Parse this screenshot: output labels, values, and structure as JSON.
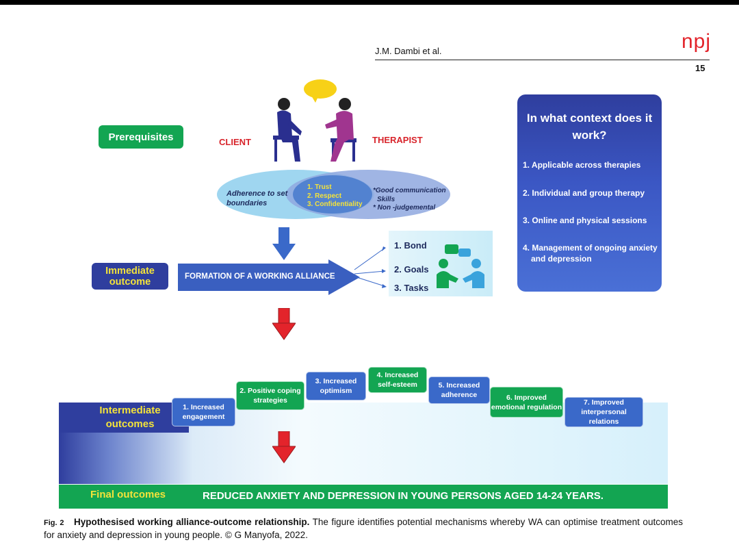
{
  "header": {
    "authors": "J.M. Dambi et al.",
    "journal_logo": "npj",
    "page_number": "15"
  },
  "figure": {
    "prerequisites_label": "Prerequisites",
    "client_label": "CLIENT",
    "therapist_label": "THERAPIST",
    "venn": {
      "left": "Adherence to set boundaries",
      "center": [
        "1. Trust",
        "2. Respect",
        "3. Confidentiality"
      ],
      "right": [
        "*Good communication",
        "Skills",
        "* Non -judgemental"
      ]
    },
    "immediate_label": "Immediate outcome",
    "alliance_label": "FORMATION OF A WORKING ALLIANCE",
    "alliance_items": [
      "1. Bond",
      "2. Goals",
      "3. Tasks"
    ],
    "context": {
      "title": "In what context does it work?",
      "items": [
        "1. Applicable across therapies",
        "2. Individual and group therapy",
        "3. Online and physical sessions",
        "4. Management of ongoing anxiety and depression"
      ]
    },
    "intermediate_label": "Intermediate outcomes",
    "intermediate_steps": [
      "1. Increased engagement",
      "2. Positive coping strategies",
      "3. Increased optimism",
      "4. Increased self-esteem",
      "5. Increased adherence",
      "6. Improved emotional regulation",
      "7. Improved interpersonal relations"
    ],
    "final_label": "Final outcomes",
    "final_text": "REDUCED ANXIETY AND DEPRESSION IN YOUNG PERSONS AGED 14-24 YEARS.",
    "colors": {
      "green": "#13a552",
      "blue": "#3a69c9",
      "navy": "#2f3e9e",
      "red": "#e3242b",
      "yellow": "#f4e33a"
    }
  },
  "caption": {
    "fig": "Fig. 2",
    "title": "Hypothesised working alliance-outcome relationship.",
    "text": "The figure identifies potential mechanisms whereby WA can optimise treatment outcomes for anxiety and depression in young people. © G Manyofa, 2022."
  }
}
